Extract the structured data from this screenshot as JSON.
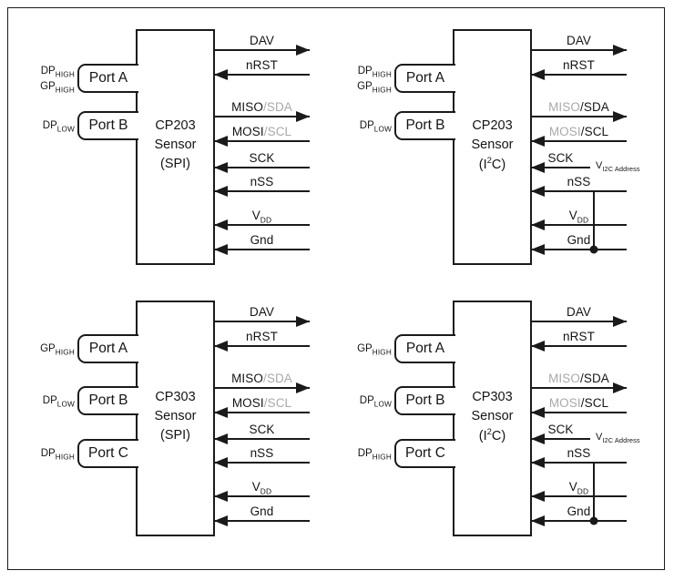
{
  "figure": {
    "title": "Sensor port and interface block diagrams",
    "colors": {
      "line": "#1a1a1a",
      "active_label": "#141414",
      "inactive_label": "#a9a9a9",
      "background": "#ffffff"
    }
  },
  "common": {
    "signals": [
      {
        "name": "DAV",
        "direction": "out"
      },
      {
        "name": "nRST",
        "direction": "in"
      },
      {
        "name": "MISO",
        "alt": "SDA",
        "direction": "out"
      },
      {
        "name": "MOSI",
        "alt": "SCL",
        "direction": "in"
      },
      {
        "name": "SCK",
        "direction": "in"
      },
      {
        "name": "nSS",
        "direction": "in"
      },
      {
        "name": "VDD",
        "direction": "in"
      },
      {
        "name": "Gnd",
        "direction": "in"
      }
    ],
    "labels": {
      "dav": "DAV",
      "nrst": "nRST",
      "miso": "MISO",
      "sda": "/SDA",
      "mosi": "MOSI",
      "scl": "/SCL",
      "sck": "SCK",
      "nss": "nSS",
      "vdd_main": "V",
      "vdd_sub": "DD",
      "gnd": "Gnd",
      "vi2c_main": "V",
      "vi2c_sub": "I2C Address"
    }
  },
  "quadrants": [
    {
      "id": "cp203-spi",
      "position": "top-left",
      "chip": {
        "name": "CP203",
        "kind": "Sensor",
        "bus": "(SPI)",
        "bus_base": "(SPI)"
      },
      "bus_mode": "spi",
      "ports": [
        {
          "name": "Port A",
          "pins": [
            {
              "base": "DP",
              "sub": "HIGH"
            },
            {
              "base": "GP",
              "sub": "HIGH"
            }
          ]
        },
        {
          "name": "Port B",
          "pins": [
            {
              "base": "DP",
              "sub": "LOW"
            }
          ]
        }
      ],
      "has_i2c_address": false,
      "nss_tied_to_gnd": false
    },
    {
      "id": "cp203-i2c",
      "position": "top-right",
      "chip": {
        "name": "CP203",
        "kind": "Sensor",
        "bus": "(I2C)",
        "bus_base": "(I",
        "bus_sup": "2",
        "bus_tail": "C)"
      },
      "bus_mode": "i2c",
      "ports": [
        {
          "name": "Port A",
          "pins": [
            {
              "base": "DP",
              "sub": "HIGH"
            },
            {
              "base": "GP",
              "sub": "HIGH"
            }
          ]
        },
        {
          "name": "Port B",
          "pins": [
            {
              "base": "DP",
              "sub": "LOW"
            }
          ]
        }
      ],
      "has_i2c_address": true,
      "nss_tied_to_gnd": true
    },
    {
      "id": "cp303-spi",
      "position": "bottom-left",
      "chip": {
        "name": "CP303",
        "kind": "Sensor",
        "bus": "(SPI)",
        "bus_base": "(SPI)"
      },
      "bus_mode": "spi",
      "ports": [
        {
          "name": "Port A",
          "pins": [
            {
              "base": "GP",
              "sub": "HIGH"
            }
          ]
        },
        {
          "name": "Port B",
          "pins": [
            {
              "base": "DP",
              "sub": "LOW"
            }
          ]
        },
        {
          "name": "Port C",
          "pins": [
            {
              "base": "DP",
              "sub": "HIGH"
            }
          ]
        }
      ],
      "has_i2c_address": false,
      "nss_tied_to_gnd": false
    },
    {
      "id": "cp303-i2c",
      "position": "bottom-right",
      "chip": {
        "name": "CP303",
        "kind": "Sensor",
        "bus": "(I2C)",
        "bus_base": "(I",
        "bus_sup": "2",
        "bus_tail": "C)"
      },
      "bus_mode": "i2c",
      "ports": [
        {
          "name": "Port A",
          "pins": [
            {
              "base": "GP",
              "sub": "HIGH"
            }
          ]
        },
        {
          "name": "Port B",
          "pins": [
            {
              "base": "DP",
              "sub": "LOW"
            }
          ]
        },
        {
          "name": "Port C",
          "pins": [
            {
              "base": "DP",
              "sub": "HIGH"
            }
          ]
        }
      ],
      "has_i2c_address": true,
      "nss_tied_to_gnd": true
    }
  ]
}
